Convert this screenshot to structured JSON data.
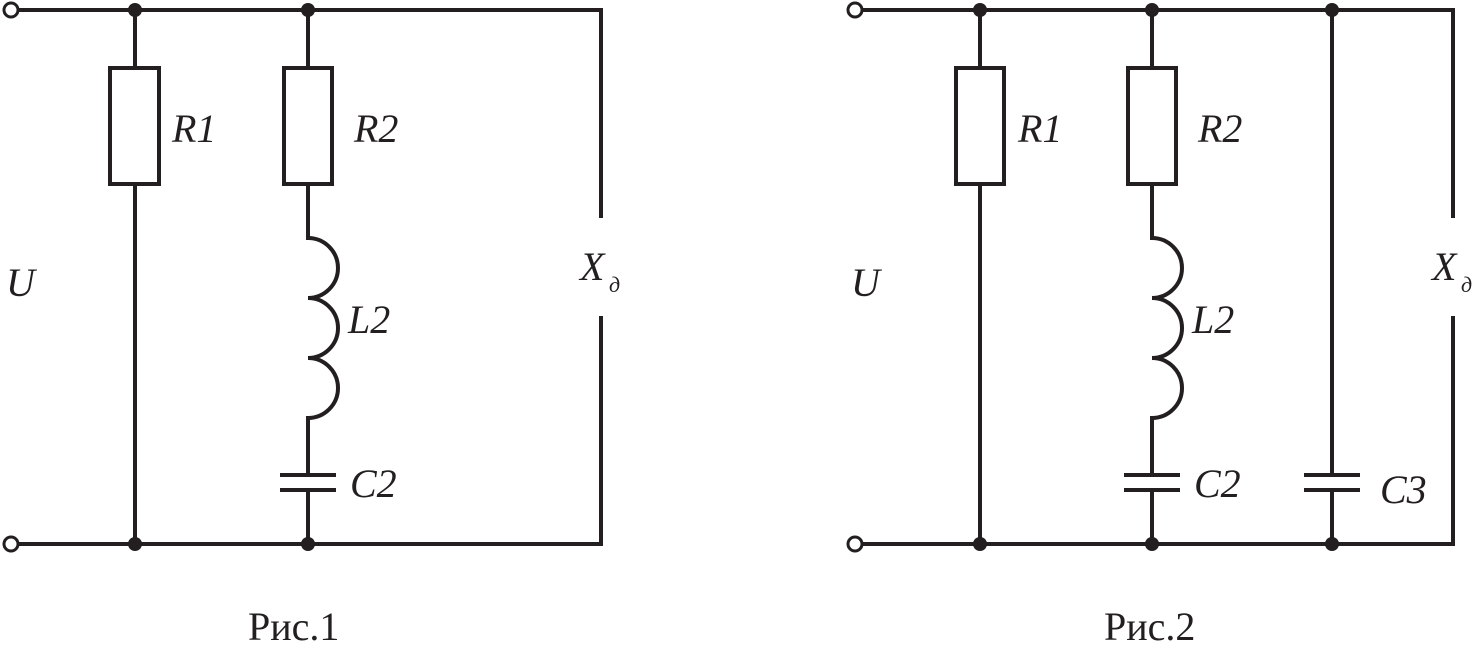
{
  "figures": [
    {
      "caption": "Рис.1",
      "source_label": "U",
      "load_label": "X",
      "load_subscript": "д",
      "components": {
        "r1": "R1",
        "r2": "R2",
        "l2": "L2",
        "c2": "C2"
      }
    },
    {
      "caption": "Рис.2",
      "source_label": "U",
      "load_label": "X",
      "load_subscript": "д",
      "components": {
        "r1": "R1",
        "r2": "R2",
        "l2": "L2",
        "c2": "C2",
        "c3": "C3"
      }
    }
  ],
  "colors": {
    "ink": "#231f20",
    "background": "#ffffff"
  }
}
